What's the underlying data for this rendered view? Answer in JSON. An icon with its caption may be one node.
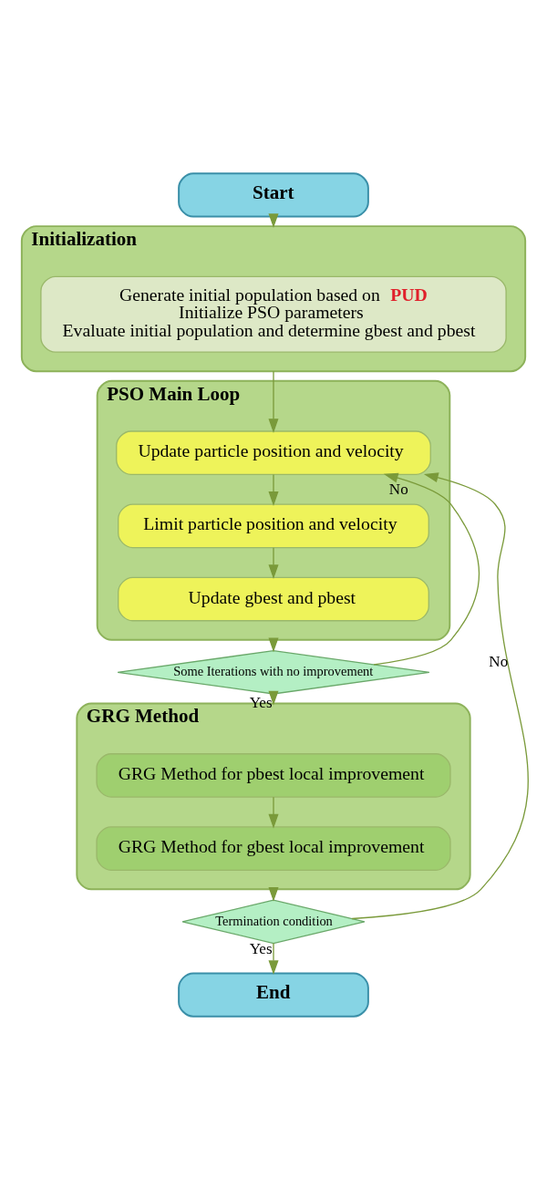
{
  "diagram": {
    "nodes": [
      {
        "text": [
          "Start"
        ]
      },
      {
        "text": [
          "Initialization"
        ]
      },
      {
        "text": [
          "Generate initial population based on **PUD**",
          "Initialize PSO parameters",
          "Evaluate initial population and determine gbest and pbest"
        ],
        "in": 1
      },
      {
        "text": [
          "PSO Main Loop"
        ]
      },
      {
        "text": [
          "Update particle position and velocity"
        ],
        "in": 3
      },
      {
        "text": [
          "Limit particle position and velocity"
        ],
        "in": 3
      },
      {
        "text": [
          "Update gbest and pbest"
        ],
        "in": 3
      },
      {
        "text": [
          "Some Iterations with no improvement"
        ]
      },
      {
        "text": [
          "GRG Method"
        ]
      },
      {
        "text": [
          "GRG Method for pbest local improvement"
        ],
        "in": 8
      },
      {
        "text": [
          "GRG Method for gbest local improvement"
        ],
        "in": 8
      },
      {
        "text": [
          "Termination condition"
        ]
      },
      {
        "text": [
          "End"
        ]
      }
    ],
    "edges": [
      {
        "from": 0,
        "to": 1,
        "arrow": "to"
      },
      {
        "from": 1,
        "to": 4,
        "arrow": "to"
      },
      {
        "from": 4,
        "to": 5,
        "arrow": "to"
      },
      {
        "from": 5,
        "to": 6,
        "arrow": "to"
      },
      {
        "from": 3,
        "to": 7,
        "arrow": "to"
      },
      {
        "from": 7,
        "to": 4,
        "arrow": "to",
        "label": "No"
      },
      {
        "from": 7,
        "to": 8,
        "arrow": "to",
        "label": "Yes"
      },
      {
        "from": 9,
        "to": 10,
        "arrow": "to"
      },
      {
        "from": 8,
        "to": 11,
        "arrow": "to"
      },
      {
        "from": 11,
        "to": 4,
        "arrow": "to",
        "label": "No"
      },
      {
        "from": 11,
        "to": 12,
        "arrow": "to",
        "label": "Yes"
      }
    ]
  }
}
